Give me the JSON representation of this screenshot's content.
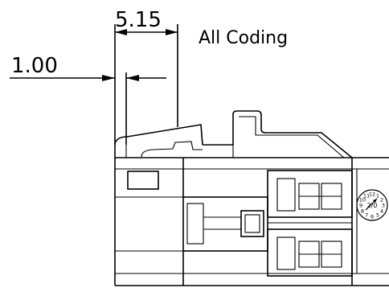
{
  "dimensions": {
    "width_label": "5.15",
    "offset_label": "1.00"
  },
  "note": "All Coding",
  "dial": {
    "numbers": [
      "1",
      "2",
      "3",
      "4",
      "5",
      "6",
      "7",
      "8",
      "9",
      "10",
      "11",
      "12"
    ],
    "center_text": "2/0"
  }
}
